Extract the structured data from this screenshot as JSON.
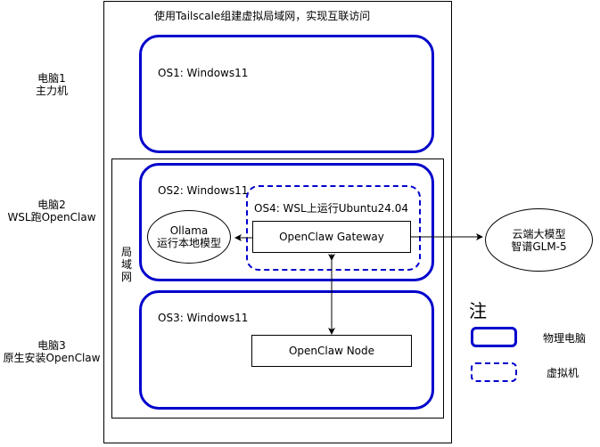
{
  "diagram": {
    "title": "使用Tailscale组建虚拟局域网，实现互联访问",
    "computers": [
      {
        "line1": "电脑1",
        "line2": "主力机"
      },
      {
        "line1": "电脑2",
        "line2": "WSL跑OpenClaw"
      },
      {
        "line1": "电脑3",
        "line2": "原生安装OpenClaw"
      }
    ],
    "lan_label": [
      "局",
      "域",
      "网"
    ],
    "os_boxes": {
      "os1": "OS1: Windows11",
      "os2": "OS2: Windows11",
      "os3": "OS3: Windows11",
      "os4": "OS4: WSL上运行Ubuntu24.04"
    },
    "nodes": {
      "gateway": "OpenClaw Gateway",
      "node": "OpenClaw Node",
      "ollama_line1": "Ollama",
      "ollama_line2": "运行本地模型",
      "cloud_line1": "云端大模型",
      "cloud_line2": "智谱GLM-5"
    },
    "legend": {
      "title": "注",
      "physical": "物理电脑",
      "virtual": "虚拟机"
    },
    "colors": {
      "os_border": "#0000CC",
      "line": "#000000"
    }
  }
}
